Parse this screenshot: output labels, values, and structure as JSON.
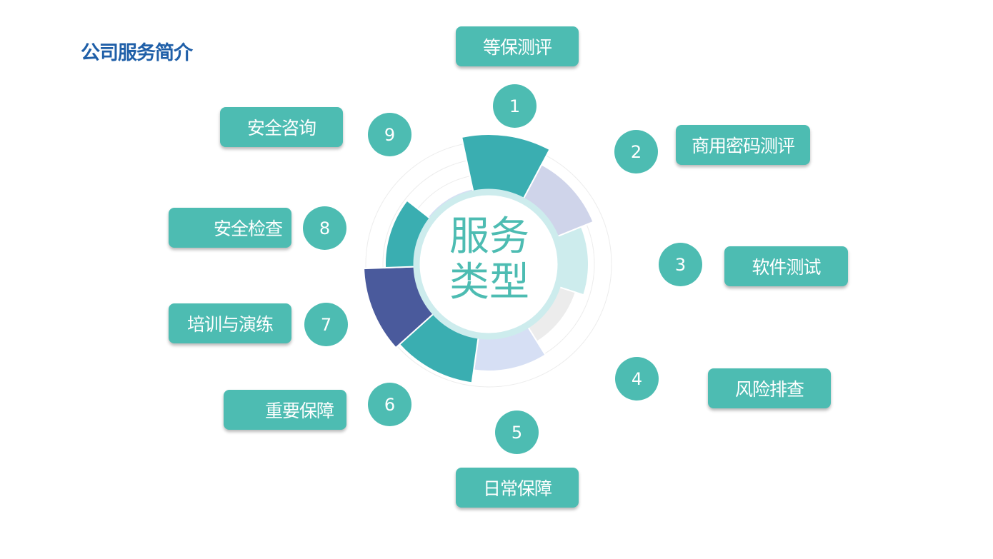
{
  "page": {
    "title": "公司服务简介"
  },
  "center": {
    "line1": "服务",
    "line2": "类型"
  },
  "services": [
    {
      "number": "1",
      "label": "等保测评"
    },
    {
      "number": "2",
      "label": "商用密码测评"
    },
    {
      "number": "3",
      "label": "软件测试"
    },
    {
      "number": "4",
      "label": "风险排查"
    },
    {
      "number": "5",
      "label": "日常保障"
    },
    {
      "number": "6",
      "label": "重要保障"
    },
    {
      "number": "7",
      "label": "培训与演练"
    },
    {
      "number": "8",
      "label": "安全检查"
    },
    {
      "number": "9",
      "label": "安全咨询"
    }
  ],
  "colors": {
    "accent": "#4dbcb2",
    "title": "#1f5fa8",
    "segment_teal": "#3aaeb1",
    "segment_navy": "#4a5a9c",
    "segment_lavender": "#cfd4ea",
    "segment_light_teal": "#cdeced",
    "segment_grey": "#ececec",
    "segment_light_blue": "#d6dff4"
  }
}
